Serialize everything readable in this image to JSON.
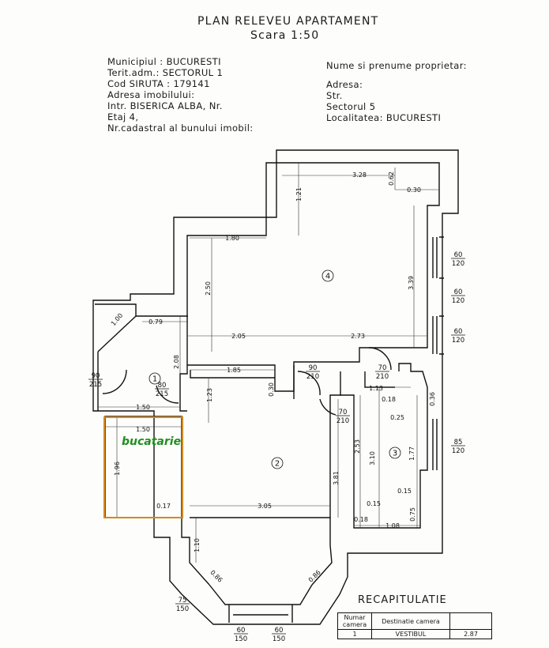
{
  "header": {
    "title": "PLAN RELEVEU APARTAMENT",
    "scale": "Scara 1:50"
  },
  "left_info": [
    "Municipiul : BUCURESTI",
    "Terit.adm.: SECTORUL 1",
    "Cod SIRUTA : 179141",
    "Adresa imobilului:",
    "Intr. BISERICA ALBA, Nr.",
    "Etaj 4,",
    "Nr.cadastral al bunului imobil:"
  ],
  "right_info": {
    "owner": "Nume si prenume proprietar:",
    "address": "Adresa:",
    "street": "Str.",
    "sector": "Sectorul 5",
    "locality": "Localitatea: BUCURESTI"
  },
  "room_numbers": [
    "1",
    "2",
    "3",
    "4"
  ],
  "kitchen_label": "bucatarie",
  "dimensions": [
    "3.28",
    "0.62",
    "0.30",
    "1.21",
    "1.80",
    "2.50",
    "3.39",
    "1.00",
    "0.79",
    "2.05",
    "2.73",
    "2.08",
    "1.85",
    "1.23",
    "0.30",
    "1.50",
    "1.50",
    "1.96",
    "0.17",
    "3.05",
    "3.81",
    "2.53",
    "3.10",
    "1.77",
    "1.13",
    "0.18",
    "0.36",
    "0.25",
    "0.15",
    "0.15",
    "0.18",
    "0.75",
    "1.08",
    "1.10",
    "0.86",
    "0.86"
  ],
  "openings": [
    {
      "top": "60",
      "bottom": "120"
    },
    {
      "top": "60",
      "bottom": "120"
    },
    {
      "top": "60",
      "bottom": "120"
    },
    {
      "top": "90",
      "bottom": "215"
    },
    {
      "top": "80",
      "bottom": "215"
    },
    {
      "top": "90",
      "bottom": "210"
    },
    {
      "top": "70",
      "bottom": "210"
    },
    {
      "top": "70",
      "bottom": "210"
    },
    {
      "top": "85",
      "bottom": "120"
    },
    {
      "top": "75",
      "bottom": "150"
    },
    {
      "top": "60",
      "bottom": "150"
    },
    {
      "top": "60",
      "bottom": "150"
    }
  ],
  "recap": {
    "title": "RECAPITULATIE",
    "headers": [
      "Numar camera",
      "Destinatie camera",
      ""
    ],
    "rows": [
      [
        "1",
        "VESTIBUL",
        "2.87"
      ]
    ]
  }
}
